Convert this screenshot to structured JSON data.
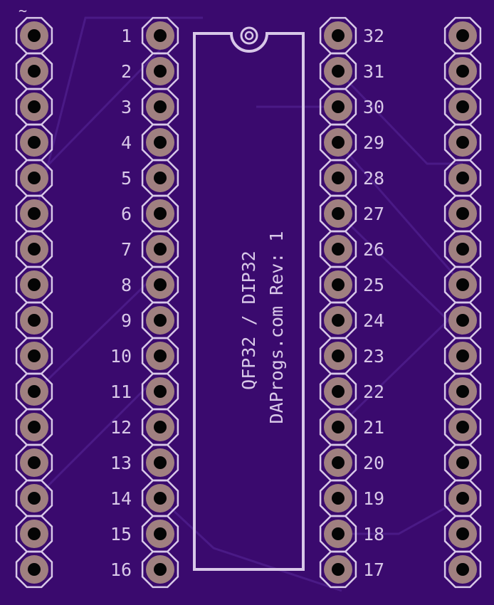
{
  "board": {
    "background": "#3a0a6e",
    "silkscreen_color": "#d8c8e8",
    "copper_color": "#a08080",
    "trace_color": "#4a1a86",
    "drill_color": "#050505",
    "pin1_mark": "~",
    "labels": {
      "line1": "QFP32 / DIP32",
      "line2": "DAProgs.com Rev: 1"
    },
    "left_pin_numbers": [
      "1",
      "2",
      "3",
      "4",
      "5",
      "6",
      "7",
      "8",
      "9",
      "10",
      "11",
      "12",
      "13",
      "14",
      "15",
      "16"
    ],
    "right_pin_numbers": [
      "32",
      "31",
      "30",
      "29",
      "28",
      "27",
      "26",
      "25",
      "24",
      "23",
      "22",
      "21",
      "20",
      "19",
      "18",
      "17"
    ]
  }
}
